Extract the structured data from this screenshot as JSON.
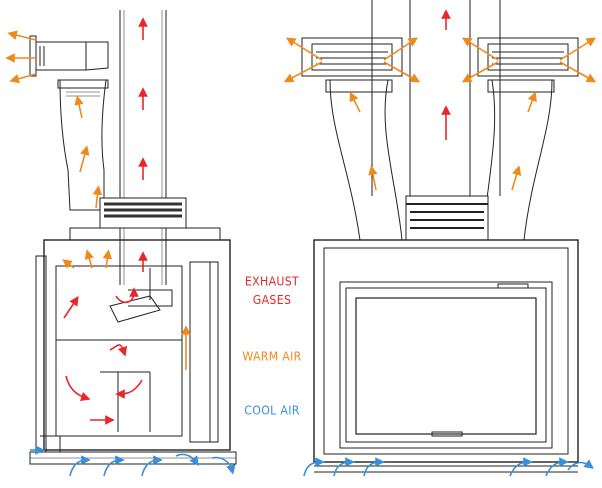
{
  "legend": {
    "exhaust": {
      "line1": "EXHAUST",
      "line2": "GASES",
      "color": "#e8262c"
    },
    "warm": {
      "label": "WARM AIR",
      "color": "#f08a1c"
    },
    "cool": {
      "label": "COOL AIR",
      "color": "#3a8fd8"
    }
  },
  "drawing_color": "#222222"
}
